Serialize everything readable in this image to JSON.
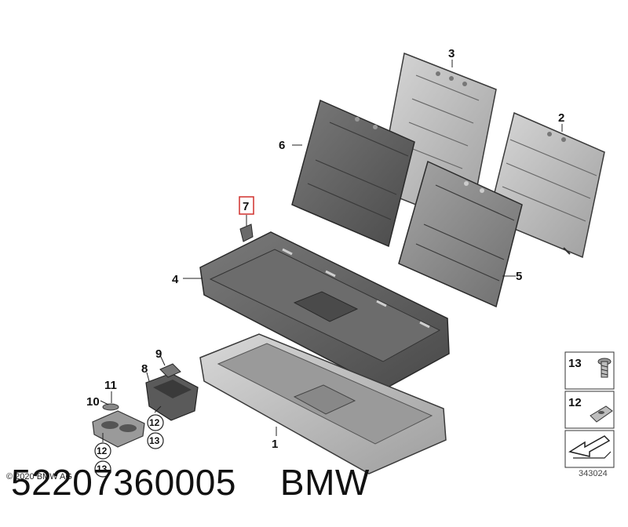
{
  "callouts": {
    "c1": "1",
    "c2": "2",
    "c3": "3",
    "c4": "4",
    "c5": "5",
    "c6": "6",
    "c7": "7",
    "c8": "8",
    "c9": "9",
    "c10": "10",
    "c11": "11",
    "c12a": "12",
    "c13a": "13",
    "c12b": "12",
    "c13b": "13"
  },
  "legend": {
    "item13": "13",
    "item12": "12"
  },
  "image_number": "343024",
  "copyright": "© 2020 BMW AG",
  "caption": {
    "part_number": "52207360005",
    "brand": "BMW"
  },
  "colors": {
    "highlight_box": "#d0312d",
    "part_dark": "#5a5a5a",
    "part_light": "#bdbdbd"
  }
}
